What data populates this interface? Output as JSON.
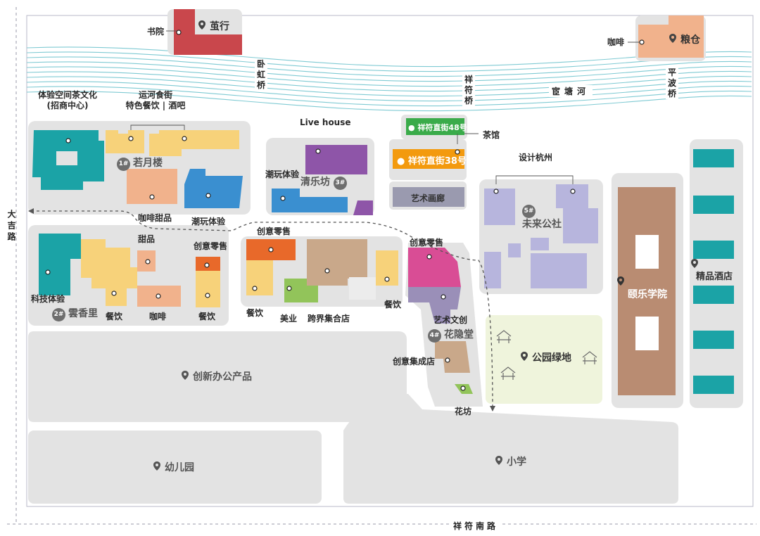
{
  "roads": {
    "west": "大吉路",
    "south": "祥符南路"
  },
  "river": {
    "name": "宦塘河"
  },
  "bridges": [
    "卧虹桥",
    "祥符桥",
    "平波桥"
  ],
  "north": {
    "shop1": "茧行",
    "shop1_sub": "书院",
    "shop2": "粮仓",
    "shop2_sub": "咖啡"
  },
  "zone1": {
    "number": "1#",
    "name": "若月楼",
    "culture": "体验空间茶文化\n(招商中心)",
    "canal": "运河食街\n特色餐饮 | 酒吧",
    "cafe": "咖啡甜品",
    "trendy": "潮玩体验"
  },
  "zone3": {
    "number": "3#",
    "name": "清乐坊",
    "livehouse": "Live house",
    "trendy": "潮玩体验"
  },
  "mid": {
    "street48": "祥符直街48号",
    "street38": "祥符直街38号",
    "teahouse": "茶馆",
    "gallery": "艺术画廊"
  },
  "zone5": {
    "number": "5#",
    "name": "未来公社",
    "design": "设计杭州"
  },
  "college": "颐乐学院",
  "hotel": "精品酒店",
  "zone2": {
    "number": "2#",
    "name": "雲香里",
    "tech": "科技体验",
    "dessert": "甜品",
    "food": "餐饮",
    "coffee": "咖啡",
    "creative": "创意零售",
    "food2": "餐饮"
  },
  "center": {
    "creative": "创意零售",
    "food": "餐饮",
    "beauty": "美业",
    "crossover": "跨界集合店",
    "food2": "餐饮"
  },
  "zone4": {
    "number": "4#",
    "name": "花隐堂",
    "creative": "创意零售",
    "art": "艺术文创",
    "collection": "创意集成店",
    "flower": "花坊"
  },
  "park": "公园绿地",
  "office": "创新办公产品",
  "kindergarten": "幼儿园",
  "school": "小学",
  "colors": {
    "teal": "#1ba3a6",
    "yellow": "#f7d27a",
    "peach": "#f1b28c",
    "blue": "#3a8fd0",
    "purple": "#8e55a8",
    "lavender": "#b7b5dd",
    "orange": "#e8692a",
    "pink": "#d94d95",
    "mauve": "#9a8fb8",
    "tan": "#c9a88a",
    "green": "#92c45a",
    "darkgreen": "#3aab4a",
    "amber": "#f39a0e",
    "brown": "#b98c72",
    "red": "#c9474c",
    "gray": "#e3e3e3",
    "river": "#7fcad3"
  }
}
